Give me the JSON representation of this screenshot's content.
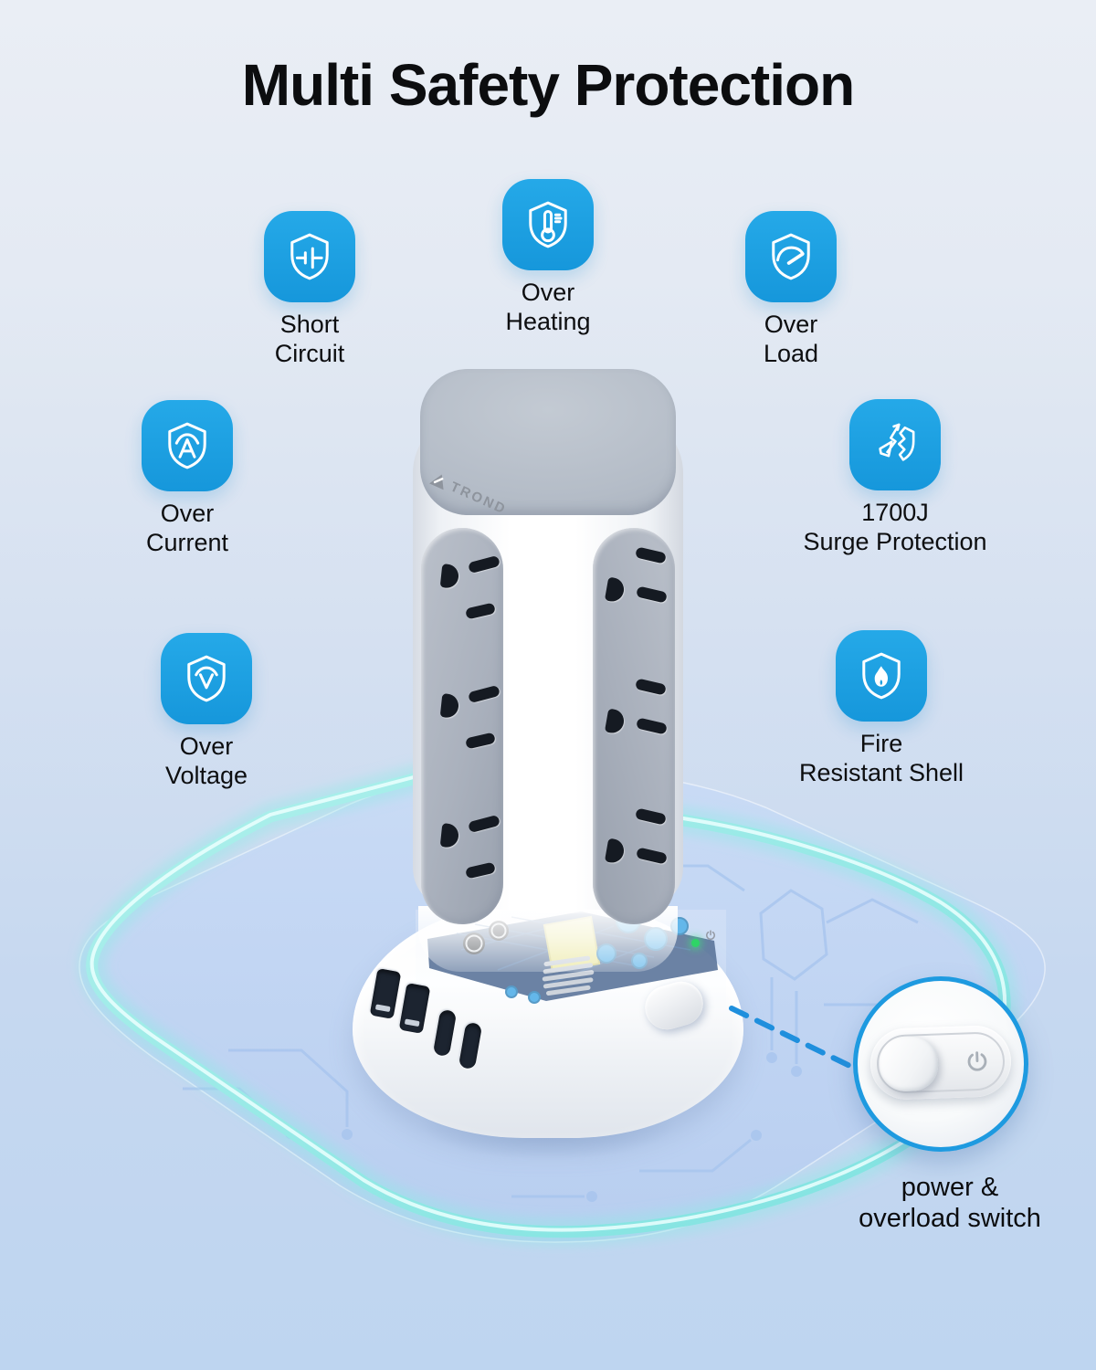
{
  "title": "Multi Safety Protection",
  "features": {
    "short_circuit": {
      "line1": "Short",
      "line2": "Circuit",
      "icon": "shield-capacitor"
    },
    "over_heating": {
      "line1": "Over",
      "line2": "Heating",
      "icon": "shield-thermometer"
    },
    "over_load": {
      "line1": "Over",
      "line2": "Load",
      "icon": "shield-gauge"
    },
    "over_current": {
      "line1": "Over",
      "line2": "Current",
      "icon": "shield-ampere"
    },
    "surge_protection": {
      "line1": "1700J",
      "line2": "Surge Protection",
      "icon": "shield-lightning"
    },
    "over_voltage": {
      "line1": "Over",
      "line2": "Voltage",
      "icon": "shield-voltage"
    },
    "fire_resistant": {
      "line1": "Fire",
      "line2": "Resistant Shell",
      "icon": "shield-flame"
    }
  },
  "product": {
    "brand": "TROND",
    "type": "power-strip-tower",
    "ac_outlets_visible": 6,
    "usb_a_ports_visible": 2,
    "usb_c_ports_visible": 2,
    "indicator_led": "green"
  },
  "callout": {
    "line1": "power &",
    "line2": "overload switch"
  },
  "colors": {
    "icon_blue": "#1B9FE0",
    "callout_ring": "#1E9AE0",
    "dashed_line": "#1F8FDD",
    "cable_glow": "#8EE9E4",
    "background_top": "#E9EDF4",
    "background_bottom": "#BDD4F0",
    "title_text": "#0C0D0F"
  }
}
